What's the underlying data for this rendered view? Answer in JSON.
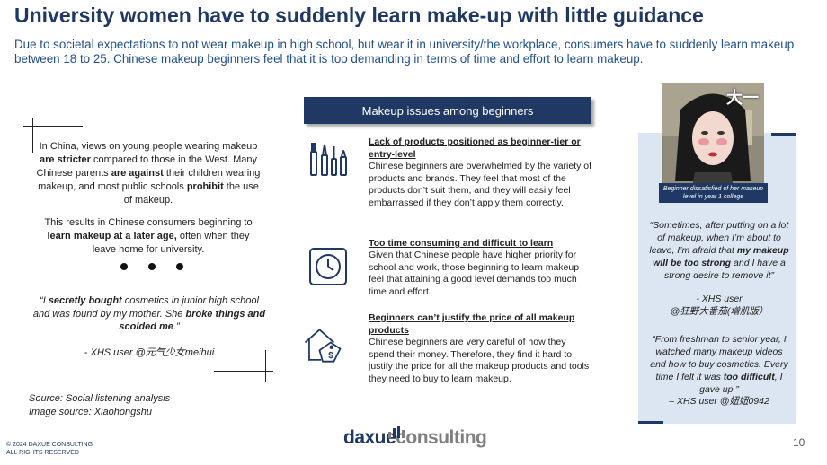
{
  "title": "University women have to suddenly learn make-up with little guidance",
  "subtitle": "Due to societal expectations to not wear makeup in high school, but wear it in university/the workplace, consumers have to suddenly learn makeup between 18 to 25. Chinese makeup beginners feel that it is too demanding in terms of time and effort to learn makeup.",
  "left": {
    "para1": [
      {
        "t": "In China, views on young people wearing makeup ",
        "b": false
      },
      {
        "t": "are stricter",
        "b": true
      },
      {
        "t": " compared to those in the West. Many Chinese parents ",
        "b": false
      },
      {
        "t": "are against",
        "b": true
      },
      {
        "t": " their children wearing makeup, and most public schools ",
        "b": false
      },
      {
        "t": "prohibit",
        "b": true
      },
      {
        "t": " the use of makeup.",
        "b": false
      }
    ],
    "para2": [
      {
        "t": "This results in Chinese consumers beginning to ",
        "b": false
      },
      {
        "t": "learn makeup at a later age,",
        "b": true
      },
      {
        "t": " often when they leave home for university.",
        "b": false
      }
    ],
    "quote": [
      {
        "t": "“I ",
        "b": false
      },
      {
        "t": "secretly bought",
        "b": true
      },
      {
        "t": " cosmetics in junior high school and was found by my mother. She ",
        "b": false
      },
      {
        "t": "broke things and scolded me",
        "b": true
      },
      {
        "t": ".”",
        "b": false
      }
    ],
    "attribution": "- XHS user @元气少女meihui",
    "source_line1": "Source: Social listening analysis",
    "source_line2": "Image source: Xiaohongshu"
  },
  "middle": {
    "header": "Makeup issues among beginners",
    "issues": [
      {
        "icon": "makeup-brushes-icon",
        "heading": "Lack of products positioned as beginner-tier or entry-level",
        "body": "Chinese beginners are overwhelmed by the variety of products and brands. They feel that most of the products don’t suit them, and they will easily feel embarrassed if they don’t apply them correctly."
      },
      {
        "icon": "clock-icon",
        "heading": "Too time consuming and difficult to learn",
        "body": "Given that Chinese people have higher priority for school and work, those beginning to learn makeup feel that attaining a good level demands too much time and effort."
      },
      {
        "icon": "price-tag-icon",
        "heading": "Beginners can’t justify the price of all makeup products",
        "body": "Chinese beginners are very careful of how they spend their money. Therefore, they find it hard to justify the price for all the makeup products and tools they need to buy to learn makeup."
      }
    ]
  },
  "right": {
    "photo_mark": "大一",
    "photo_caption": "Beginner dissatisfied of her makeup level in year 1 college",
    "quote1": [
      {
        "t": "“Sometimes, after putting on a lot of makeup, when I’m about to leave, I’m afraid that ",
        "b": false
      },
      {
        "t": "my makeup will be too strong",
        "b": true
      },
      {
        "t": " and I have a strong desire to remove it”",
        "b": false
      }
    ],
    "quote1_attrib1": "-   XHS user",
    "quote1_attrib2": "@狂野大番茄(增肌版）",
    "quote2": [
      {
        "t": "“From freshman to senior year, I watched many makeup videos and how to buy cosmetics. Every time I felt it was ",
        "b": false
      },
      {
        "t": "too difficult",
        "b": true
      },
      {
        "t": ", I gave up.”",
        "b": false
      }
    ],
    "quote2_attrib": "– XHS user @妞妞0942"
  },
  "footer": {
    "copyright_line1": "© 2024 DAXUE CONSULTING",
    "copyright_line2": "ALL RIGHTS RESERVED",
    "logo_part1": "daxue",
    "logo_part2": "consulting",
    "page_number": "10"
  },
  "colors": {
    "navy": "#1f3864",
    "subtitle_blue": "#1f4e8c",
    "panel_blue": "#dce6f2",
    "logo_grey": "#7f7f7f"
  }
}
